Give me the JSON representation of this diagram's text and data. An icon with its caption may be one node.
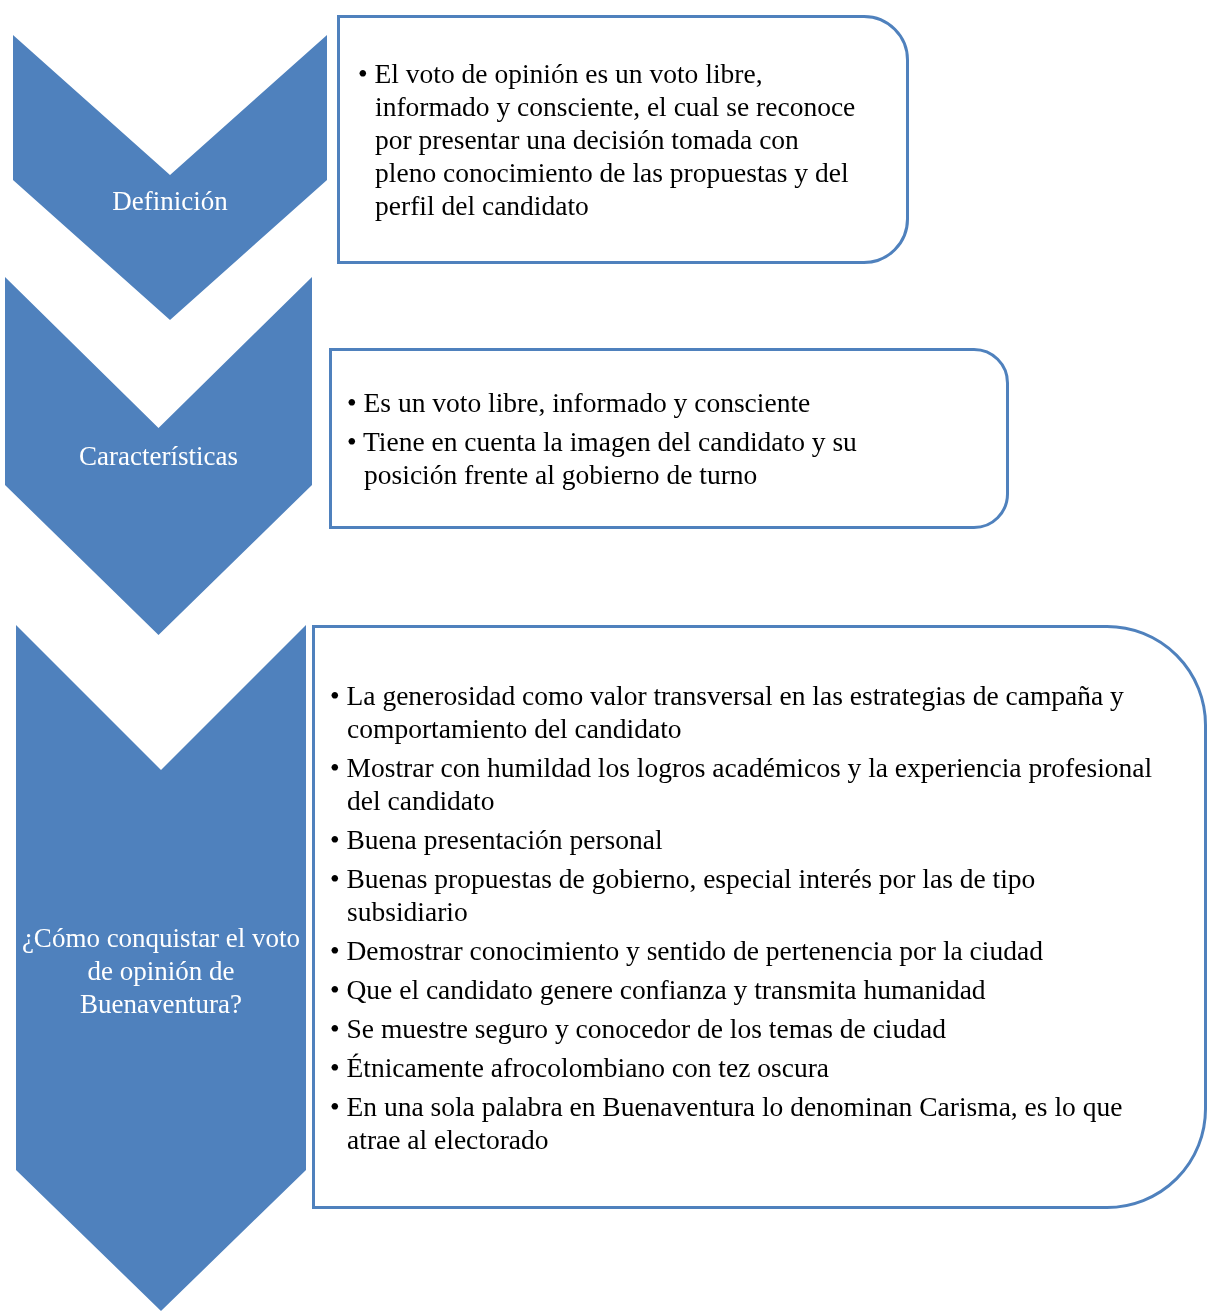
{
  "diagram": {
    "nodes": [
      {
        "text": [
          "Definición"
        ]
      },
      {
        "text": [
          "• El voto de opinión es un voto libre, informado y consciente, el cual se reconoce por presentar una decisión tomada con pleno conocimiento de las propuestas y del perfil del candidato"
        ]
      },
      {
        "text": [
          "Características"
        ]
      },
      {
        "text": [
          "• Es un voto libre, informado y consciente",
          "• Tiene en cuenta la imagen del candidato y su posición frente al gobierno de turno"
        ]
      },
      {
        "text": [
          "¿Cómo conquistar el voto de opinión de Buenaventura?"
        ]
      },
      {
        "text": [
          "• La generosidad como valor transversal en las estrategias de campaña y comportamiento del candidato",
          "• Mostrar con humildad los logros académicos y la experiencia profesional del candidato",
          "• Buena presentación personal",
          "• Buenas propuestas de gobierno, especial interés por las de tipo subsidiario",
          "• Demostrar conocimiento y sentido de pertenencia por la ciudad",
          "• Que el candidato genere confianza y transmita humanidad",
          "• Se muestre seguro y conocedor de los temas de ciudad",
          "• Étnicamente afrocolombiano con tez oscura",
          "• En una sola palabra en Buenaventura lo denominan Carisma, es lo que atrae al electorado"
        ]
      }
    ]
  }
}
